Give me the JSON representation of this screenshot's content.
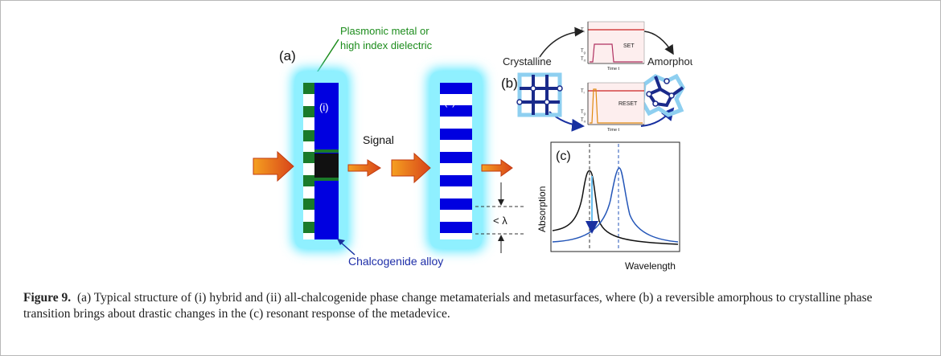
{
  "figure": {
    "panel_a": {
      "label": "(a)",
      "metal_label_line1": "Plasmonic metal or",
      "metal_label_line2": "high index dielectric",
      "sub_i": "(i)",
      "sub_ii": "(ii)",
      "signal": "Signal",
      "lambda_label": "< λ",
      "alloy_label": "Chalcogenide alloy"
    },
    "panel_b": {
      "label": "(b)",
      "crystalline": "Crystalline",
      "amorphous": "Amorphous",
      "set": "SET",
      "reset": "RESET",
      "tl": "T",
      "tl_sub": "l",
      "tg": "T",
      "tg_sub": "g",
      "tr": "T",
      "tr_sub": "rt",
      "time_axis": "Time t"
    },
    "panel_c": {
      "label": "(c)",
      "ylabel": "Absorption",
      "xlabel": "Wavelength"
    },
    "colors": {
      "glow": "#5ce8ff",
      "alloy_blue": "#0000e0",
      "metal_green": "#1a7a2a",
      "label_green": "#1c8c1c",
      "arrow_orange": "#e8661c",
      "curve_black": "#111111",
      "curve_blue": "#2456b8"
    }
  },
  "caption": {
    "lead": "Figure 9.",
    "text": "(a) Typical structure of (i) hybrid and (ii) all-chalcogenide phase change metamaterials and metasurfaces, where (b) a reversible amorphous to crystalline phase transition brings about drastic changes in the (c) resonant response of the metadevice."
  }
}
